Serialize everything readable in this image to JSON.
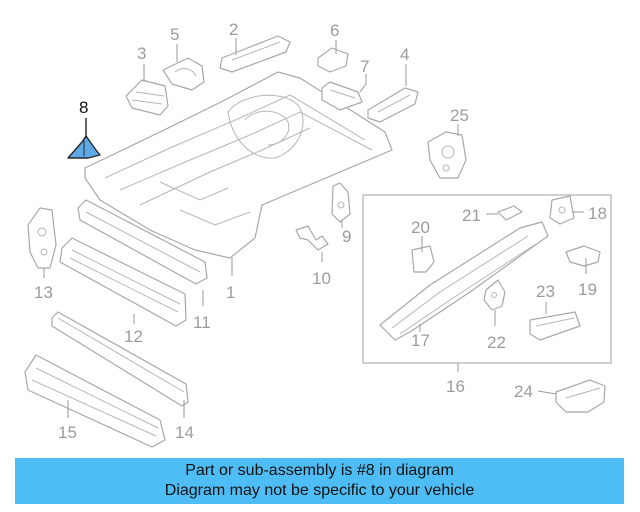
{
  "diagram": {
    "highlighted_callout": "8",
    "callouts": {
      "c1": "1",
      "c2": "2",
      "c3": "3",
      "c4": "4",
      "c5": "5",
      "c6": "6",
      "c7": "7",
      "c8": "8",
      "c9": "9",
      "c10": "10",
      "c11": "11",
      "c12": "12",
      "c13": "13",
      "c14": "14",
      "c15": "15",
      "c16": "16",
      "c17": "17",
      "c18": "18",
      "c19": "19",
      "c20": "20",
      "c21": "21",
      "c22": "22",
      "c23": "23",
      "c24": "24",
      "c25": "25"
    }
  },
  "banner": {
    "line1": "Part or sub-assembly is #8 in diagram",
    "line2": "Diagram may not be specific to your vehicle",
    "color": "#4fbdf5"
  },
  "colors": {
    "highlight_part": "#5da8e6",
    "line_art": "#a8a8a8"
  }
}
